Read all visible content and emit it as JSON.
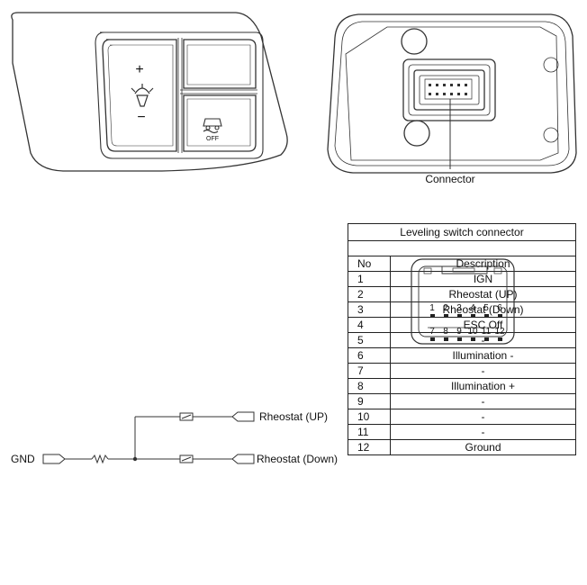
{
  "labels": {
    "connector": "Connector",
    "gnd": "GND",
    "rheostat_up": "Rheostat (UP)",
    "rheostat_down": "Rheostat (Down)"
  },
  "table": {
    "title": "Leveling switch connector",
    "header": {
      "no": "No",
      "description": "Description"
    },
    "rows": [
      {
        "no": "1",
        "description": "IGN"
      },
      {
        "no": "2",
        "description": "Rheostat (UP)"
      },
      {
        "no": "3",
        "description": "Rheostat (Down)"
      },
      {
        "no": "4",
        "description": "ESC Off"
      },
      {
        "no": "5",
        "description": "-"
      },
      {
        "no": "6",
        "description": "Illumination -"
      },
      {
        "no": "7",
        "description": "-"
      },
      {
        "no": "8",
        "description": "Illumination +"
      },
      {
        "no": "9",
        "description": "-"
      },
      {
        "no": "10",
        "description": "-"
      },
      {
        "no": "11",
        "description": "-"
      },
      {
        "no": "12",
        "description": "Ground"
      }
    ]
  },
  "connector_pins": {
    "top_row": [
      "1",
      "2",
      "3",
      "4",
      "5",
      "6"
    ],
    "bottom_row": [
      "7",
      "8",
      "9",
      "10",
      "11",
      "12"
    ]
  },
  "switch_symbols": {
    "plus": "+",
    "minus": "−",
    "esc_off_text": "OFF"
  }
}
